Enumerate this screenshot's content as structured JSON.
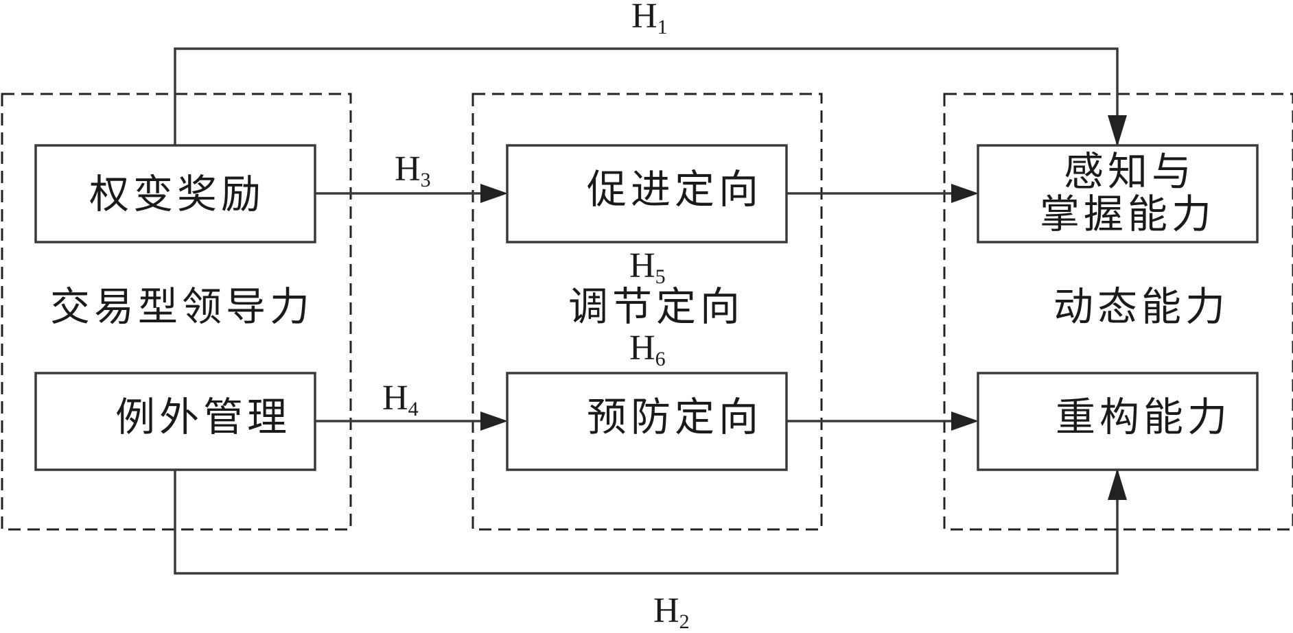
{
  "groups": {
    "transactional_leadership": "交易型领导力",
    "regulatory_orientation": "调节定向",
    "dynamic_capabilities": "动态能力"
  },
  "boxes": {
    "contingent_reward": "权变奖励",
    "management_by_exception": "例外管理",
    "promotion_focus": "促进定向",
    "prevention_focus": "预防定向",
    "sensing_capability_line1": "感知与",
    "sensing_capability_line2": "掌握能力",
    "reconfiguring_capability": "重构能力"
  },
  "hypotheses": {
    "h1": {
      "letter": "H",
      "num": "1"
    },
    "h2": {
      "letter": "H",
      "num": "2"
    },
    "h3": {
      "letter": "H",
      "num": "3"
    },
    "h4": {
      "letter": "H",
      "num": "4"
    },
    "h5": {
      "letter": "H",
      "num": "5"
    },
    "h6": {
      "letter": "H",
      "num": "6"
    }
  }
}
